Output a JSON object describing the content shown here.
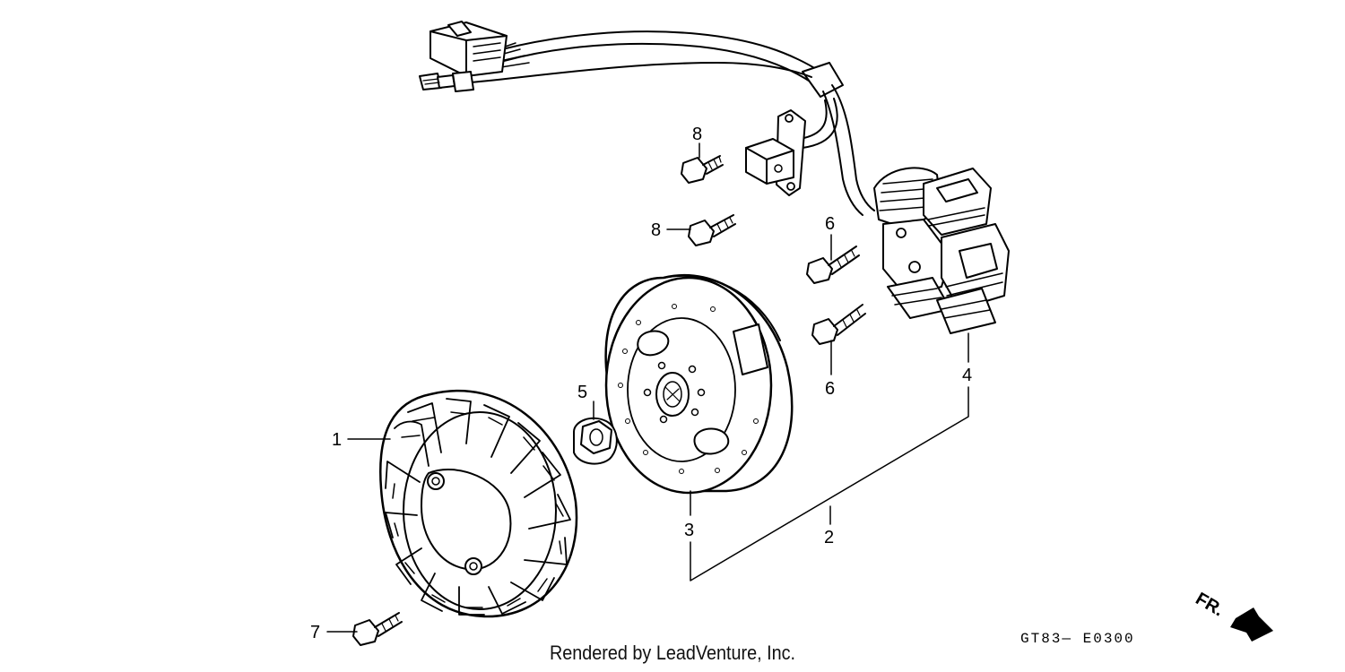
{
  "diagram": {
    "callouts": {
      "p1": "1",
      "p2": "2",
      "p3": "3",
      "p4": "4",
      "p5": "5",
      "p6a": "6",
      "p6b": "6",
      "p7": "7",
      "p8a": "8",
      "p8b": "8"
    },
    "front_indicator": "FR.",
    "diagram_code": "GT83— E0300",
    "credit": "Rendered by LeadVenture, Inc."
  }
}
